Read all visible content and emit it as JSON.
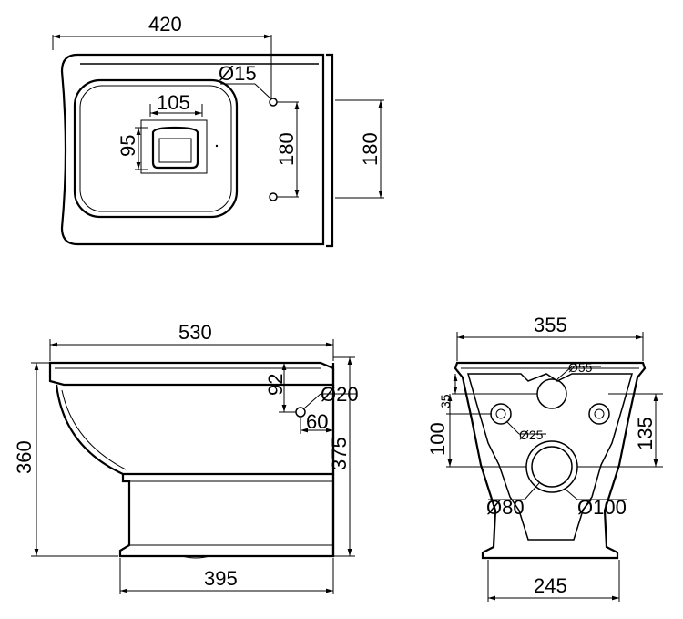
{
  "top_view": {
    "width_label": "420",
    "hole_dia_label": "Ø15",
    "inner_width_label": "105",
    "inner_height_label": "95",
    "hole_spacing_label": "180",
    "side_spacing_label": "180"
  },
  "side_view": {
    "length_label": "530",
    "height_label": "360",
    "overall_height_label": "375",
    "hole_height_label": "92",
    "hole_dia_label": "Ø20",
    "hole_offset_label": "60",
    "base_length_label": "395"
  },
  "back_view": {
    "width_label": "355",
    "top_hole_dia_label": "Ø55",
    "top_offset_label": "35",
    "side_hole_dia_label": "Ø25",
    "side_height_label": "100",
    "outlet_height_label": "135",
    "outlet_inner_dia_label": "Ø80",
    "outlet_outer_dia_label": "Ø100",
    "base_width_label": "245"
  }
}
